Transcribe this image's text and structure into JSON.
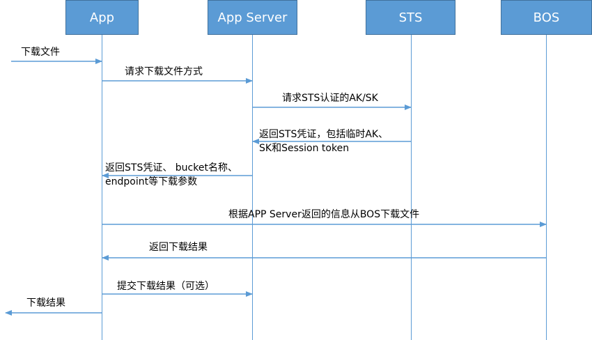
{
  "lifelines": [
    {
      "label": "App"
    },
    {
      "label": "App Server"
    },
    {
      "label": "STS"
    },
    {
      "label": "BOS"
    }
  ],
  "messages": [
    {
      "text": "下载文件"
    },
    {
      "text": "请求下载文件方式"
    },
    {
      "text": "请求STS认证的AK/SK"
    },
    {
      "line1": "返回STS凭证，包括临时AK、",
      "line2": "SK和Session token"
    },
    {
      "line1": "返回STS凭证、 bucket名称、",
      "line2": "endpoint等下载参数"
    },
    {
      "text": "根据APP Server返回的信息从BOS下载文件"
    },
    {
      "text": "返回下载结果"
    },
    {
      "text": "提交下载结果（可选）"
    },
    {
      "text": "下载结果"
    }
  ],
  "colors": {
    "lifeline_fill": "#5b9bd5",
    "lifeline_border": "#41719c",
    "arrow": "#5b9bd5"
  }
}
